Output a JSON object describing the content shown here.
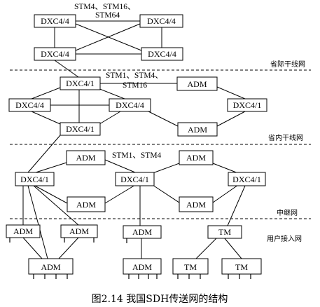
{
  "rate_labels": {
    "top_line1": "STM4、STM16、",
    "top_line2": "STM64",
    "mid_line1": "STM1、STM4、",
    "mid_line2": "STM16",
    "lower": "STM1、STM4"
  },
  "level_labels": {
    "international": "省际干线网",
    "provincial": "省内干线网",
    "relay": "中继网",
    "access": "用户接入网"
  },
  "nodes": {
    "t1": "DXC4/4",
    "t2": "DXC4/4",
    "t3": "DXC4/4",
    "t4": "DXC4/4",
    "p1": "DXC4/1",
    "p2": "ADM",
    "p3": "DXC4/4",
    "p4": "DXC4/4",
    "p5": "DXC4/1",
    "p6": "DXC4/1",
    "p7": "ADM",
    "r1": "ADM",
    "r2": "ADM",
    "r3": "DXC4/1",
    "r4": "DXC4/1",
    "r5": "DXC4/1",
    "r6": "ADM",
    "r7": "ADM",
    "a1": "ADM",
    "a2": "ADM",
    "a3": "ADM",
    "a4": "TM",
    "b1": "ADM",
    "b2": "ADM",
    "b3": "TM",
    "b4": "TM"
  },
  "caption": "图2.14   我国SDH传送网的结构"
}
